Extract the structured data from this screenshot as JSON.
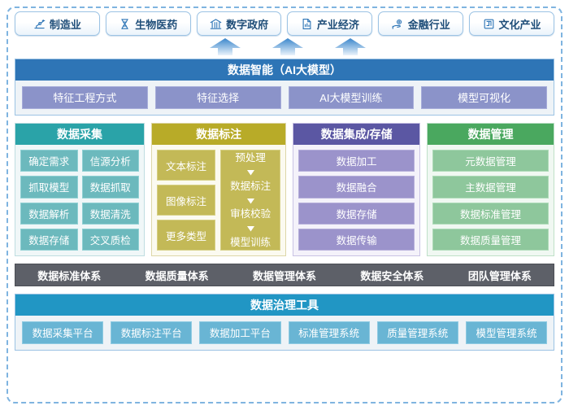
{
  "industries": [
    {
      "label": "制造业",
      "icon": "robot-arm-icon"
    },
    {
      "label": "生物医药",
      "icon": "dna-helix-icon"
    },
    {
      "label": "数字政府",
      "icon": "government-building-icon"
    },
    {
      "label": "产业经济",
      "icon": "document-chart-icon"
    },
    {
      "label": "金融行业",
      "icon": "hand-coin-icon"
    },
    {
      "label": "文化产业",
      "icon": "book-icon"
    }
  ],
  "arrows": {
    "count": 3,
    "direction": "up",
    "color": "#4a90d9"
  },
  "ai_layer": {
    "title": "数据智能（AI大模型）",
    "header_color": "#2e75b6",
    "chip_color": "#8b93c9",
    "items": [
      "特征工程方式",
      "特征选择",
      "AI大模型训练",
      "模型可视化"
    ]
  },
  "columns": [
    {
      "title": "数据采集",
      "header_color": "#2aa3a8",
      "chip_color": "#6cb9bd",
      "layout": "grid-2col",
      "items": [
        "确定需求",
        "信源分析",
        "抓取模型",
        "数据抓取",
        "数据解析",
        "数据清洗",
        "数据存储",
        "交叉质检"
      ]
    },
    {
      "title": "数据标注",
      "header_color": "#b8ab28",
      "chip_color": "#c3b957",
      "layout": "split-stack-flow",
      "items": [
        "文本标注",
        "图像标注",
        "更多类型"
      ],
      "flow": [
        "预处理",
        "数据标注",
        "审核校验",
        "模型训练"
      ]
    },
    {
      "title": "数据集成/存储",
      "header_color": "#5b57a3",
      "chip_color": "#9b93cb",
      "layout": "stack",
      "items": [
        "数据加工",
        "数据融合",
        "数据存储",
        "数据传输"
      ]
    },
    {
      "title": "数据管理",
      "header_color": "#4aa85f",
      "chip_color": "#8ec79c",
      "layout": "stack",
      "items": [
        "元数据管理",
        "主数据管理",
        "数据标准管理",
        "数据质量管理"
      ]
    }
  ],
  "systems_bar": {
    "background_color": "#5d6068",
    "items": [
      "数据标准体系",
      "数据质量体系",
      "数据管理体系",
      "数据安全体系",
      "团队管理体系"
    ]
  },
  "tools_layer": {
    "title": "数据治理工具",
    "header_color": "#2196c4",
    "chip_color": "#69b5d4",
    "items": [
      "数据采集平台",
      "数据标注平台",
      "数据加工平台",
      "标准管理系统",
      "质量管理系统",
      "模型管理系统"
    ]
  }
}
